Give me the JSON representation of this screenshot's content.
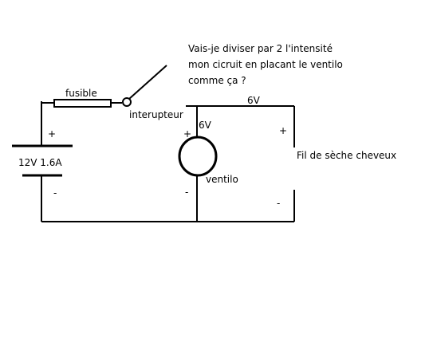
{
  "question": {
    "line1": "Vais-je diviser par 2 l'intensité",
    "line2": "mon cicruit en placant le ventilo",
    "line3": "comme ça ?"
  },
  "labels": {
    "fuse": "fusible",
    "switch": "interupteur",
    "battery": "12V 1.6A",
    "battery_plus": "+",
    "battery_minus": "-",
    "top_voltage": "6V",
    "fan_voltage": "6V",
    "fan_plus": "+",
    "fan_minus": "-",
    "fan": "ventilo",
    "dryer": "Fil de sèche cheveux",
    "dryer_plus": "+",
    "dryer_minus": "-"
  },
  "colors": {
    "line": "#000000",
    "background": "#ffffff"
  }
}
